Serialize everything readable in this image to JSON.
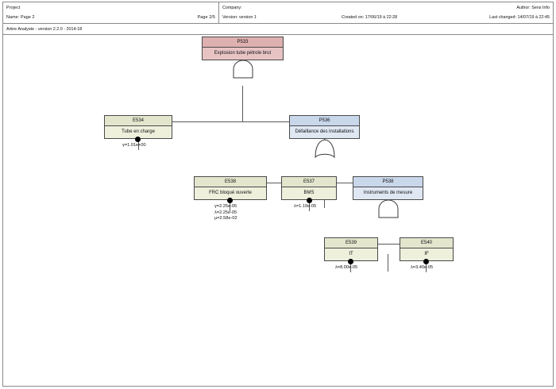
{
  "header": {
    "project_label": "Project",
    "name_label": "Name: Page 2",
    "page_label": "Page 2/5",
    "company_label": "Company:",
    "author_label": "Author: Sens Info",
    "version_label": "Version: version 1",
    "created_label": "Created on: 17/06/19 à 22:28",
    "changed_label": "Last changed: 14/07/19 à 22:45"
  },
  "software": {
    "banner": "Arbre Analyste - version 2.2.0 - 2014-18"
  },
  "tree": {
    "nodes": [
      {
        "id": "P533",
        "description": "Explosion tube pétrole brut",
        "kind": "gate",
        "gate": "and",
        "color": "pink"
      },
      {
        "id": "E534",
        "description": "Tube en charge",
        "kind": "event",
        "color": "olive",
        "params": [
          "γ=1.01e+00"
        ]
      },
      {
        "id": "P536",
        "description": "Défaillance des installations",
        "kind": "gate",
        "gate": "or",
        "color": "blue"
      },
      {
        "id": "E538",
        "description": "FRC bloqué ouverte",
        "kind": "event",
        "color": "olive",
        "params": [
          "γ=2.25e-05",
          "λ=2.25e-05",
          "µ=2.58e-02"
        ]
      },
      {
        "id": "E537",
        "description": "BMS",
        "kind": "event",
        "color": "olive",
        "params": [
          "λ=1.19e-05"
        ]
      },
      {
        "id": "P538",
        "description": "Instruments de mesure",
        "kind": "gate",
        "gate": "and",
        "color": "blue"
      },
      {
        "id": "E539",
        "description": "IT",
        "kind": "event",
        "color": "olive",
        "params": [
          "λ=8.00e-05"
        ]
      },
      {
        "id": "E540",
        "description": "IF",
        "kind": "event",
        "color": "olive",
        "params": [
          "λ=3.40e-05"
        ]
      }
    ]
  },
  "colors": {
    "gate_top": "#e8c3c3",
    "gate_mid": "#dfe7f3",
    "event": "#eef0dc",
    "line": "#5a5a5a",
    "border": "#4a4a4a"
  }
}
